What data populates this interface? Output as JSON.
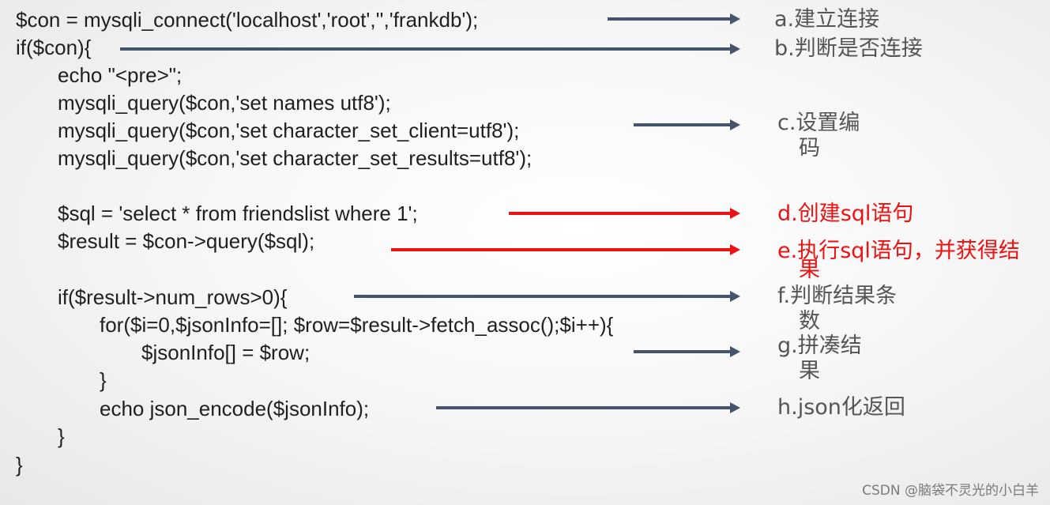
{
  "code_lines": [
    "$con = mysqli_connect('localhost','root','','frankdb');",
    "if($con){",
    "echo \"<pre>\";",
    "mysqli_query($con,'set names utf8');",
    "mysqli_query($con,'set character_set_client=utf8');",
    "mysqli_query($con,'set character_set_results=utf8');",
    "$sql = 'select * from friendslist where 1';",
    "$result = $con->query($sql);",
    "if($result->num_rows>0){",
    "for($i=0,$jsonInfo=[]; $row=$result->fetch_assoc();$i++){",
    "$jsonInfo[] = $row;",
    "}",
    "echo json_encode($jsonInfo);",
    "}",
    "}"
  ],
  "annotations": {
    "a": "a.建立连接",
    "b": "b.判断是否连接",
    "c_line1": "c.设置编",
    "c_line2": "码",
    "d": "d.创建sql语句",
    "e_line1": "e.执行sql语句，并获得结",
    "e_line2": "果",
    "f_line1": "f.判断结果条",
    "f_line2": "数",
    "g_line1": "g.拼凑结",
    "g_line2": "果",
    "h": "h.json化返回"
  },
  "watermark": "CSDN @脑袋不灵光的小白羊",
  "colors": {
    "arrow_default": "#44546a",
    "arrow_highlight": "#ee1111",
    "note_default": "#555555",
    "note_highlight": "#ee1111"
  }
}
